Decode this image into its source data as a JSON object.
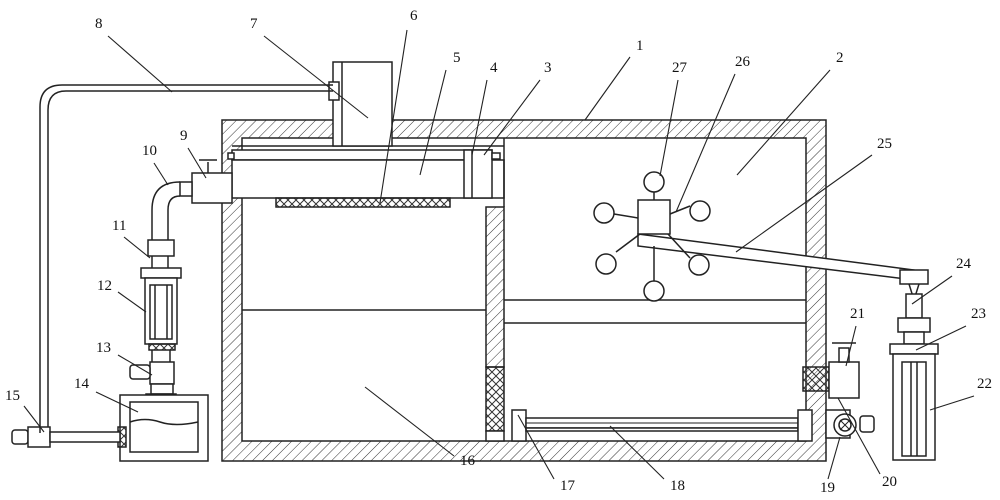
{
  "figure": {
    "labels": [
      {
        "id": "1",
        "text": "1"
      },
      {
        "id": "2",
        "text": "2"
      },
      {
        "id": "3",
        "text": "3"
      },
      {
        "id": "4",
        "text": "4"
      },
      {
        "id": "5",
        "text": "5"
      },
      {
        "id": "6",
        "text": "6"
      },
      {
        "id": "7",
        "text": "7"
      },
      {
        "id": "8",
        "text": "8"
      },
      {
        "id": "9",
        "text": "9"
      },
      {
        "id": "10",
        "text": "10"
      },
      {
        "id": "11",
        "text": "11"
      },
      {
        "id": "12",
        "text": "12"
      },
      {
        "id": "13",
        "text": "13"
      },
      {
        "id": "14",
        "text": "14"
      },
      {
        "id": "15",
        "text": "15"
      },
      {
        "id": "16",
        "text": "16"
      },
      {
        "id": "17",
        "text": "17"
      },
      {
        "id": "18",
        "text": "18"
      },
      {
        "id": "19",
        "text": "19"
      },
      {
        "id": "20",
        "text": "20"
      },
      {
        "id": "21",
        "text": "21"
      },
      {
        "id": "22",
        "text": "22"
      },
      {
        "id": "23",
        "text": "23"
      },
      {
        "id": "24",
        "text": "24"
      },
      {
        "id": "25",
        "text": "25"
      },
      {
        "id": "26",
        "text": "26"
      },
      {
        "id": "27",
        "text": "27"
      }
    ]
  },
  "colors": {
    "line": "#222222",
    "background": "#ffffff"
  }
}
